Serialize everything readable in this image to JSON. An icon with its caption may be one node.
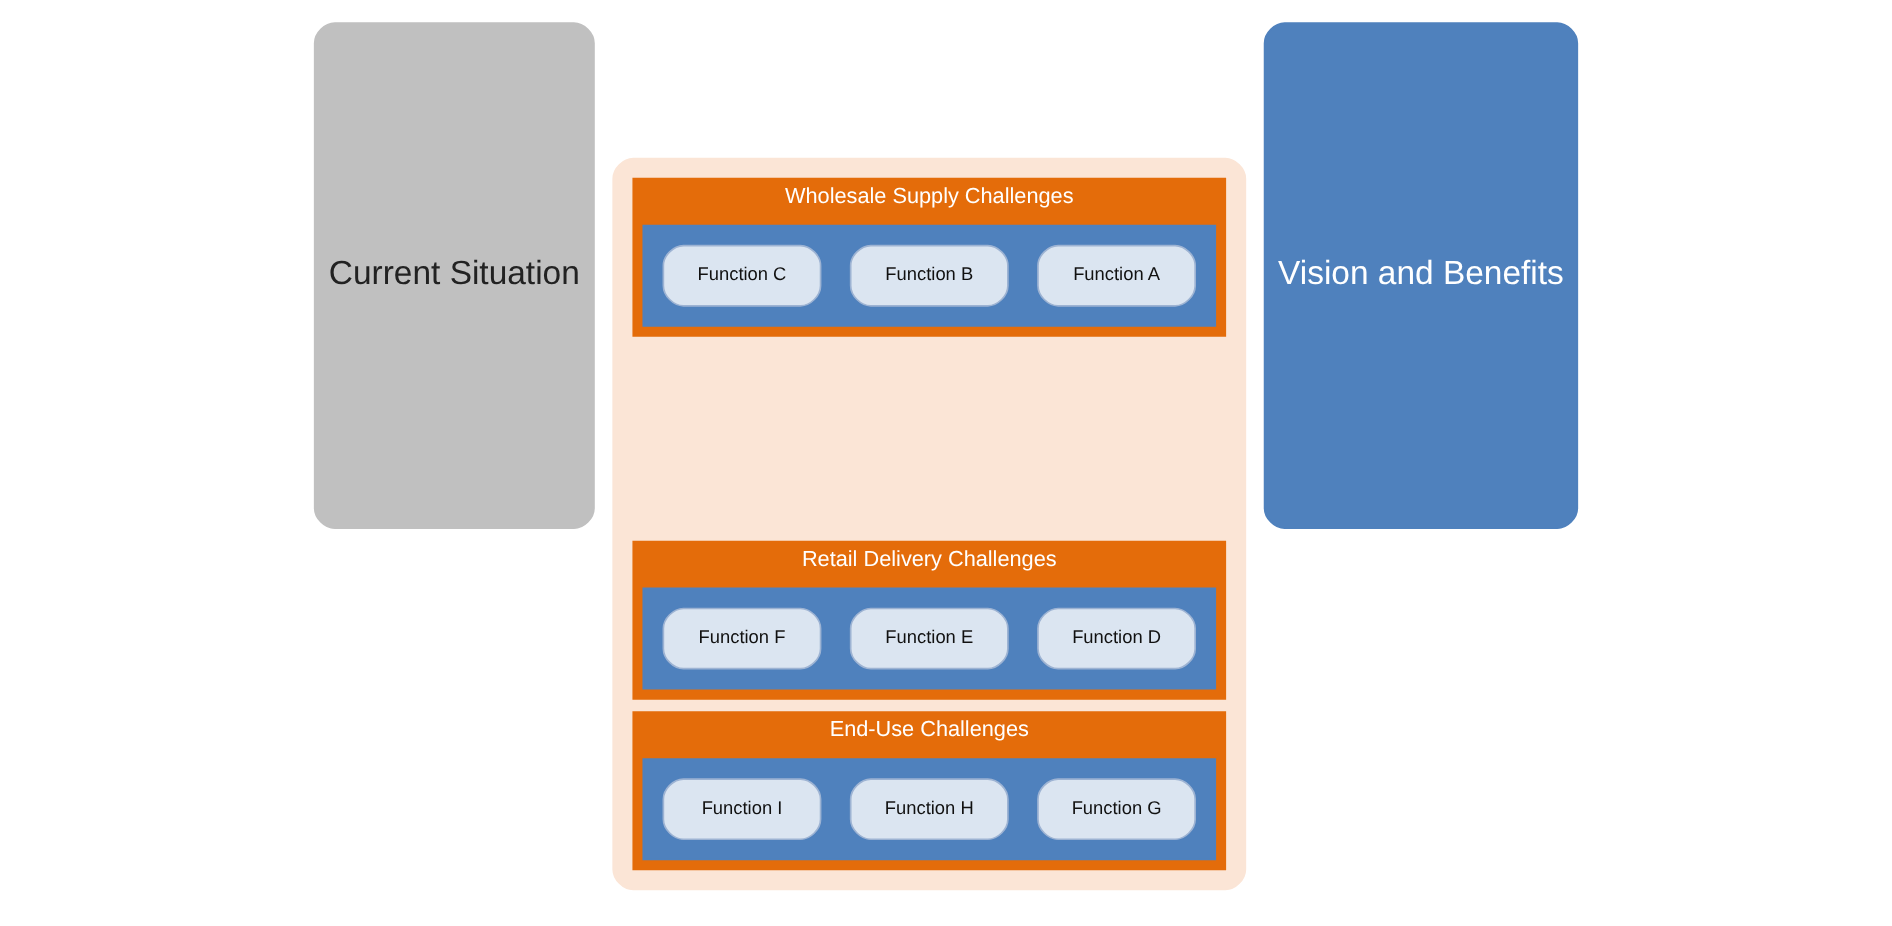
{
  "diagram": {
    "nodes": [
      {
        "text": [
          "Current Situation"
        ]
      },
      {
        "text": [],
        "shape": "box"
      },
      {
        "text": [
          "Wholesale Supply Challenges"
        ],
        "in": 1
      },
      {
        "text": [],
        "shape": "arrow",
        "in": 2
      },
      {
        "text": [
          "Function A"
        ],
        "in": 3
      },
      {
        "text": [
          "Function B"
        ],
        "in": 3
      },
      {
        "text": [
          "Function C"
        ],
        "in": 3
      },
      {
        "text": [
          "Retail Delivery Challenges"
        ],
        "in": 1
      },
      {
        "text": [],
        "shape": "arrow",
        "in": 7
      },
      {
        "text": [
          "Function D"
        ],
        "in": 8
      },
      {
        "text": [
          "Function E"
        ],
        "in": 8
      },
      {
        "text": [
          "Function F"
        ],
        "in": 8
      },
      {
        "text": [
          "End-Use Challenges"
        ],
        "in": 1
      },
      {
        "text": [],
        "shape": "arrow",
        "in": 12
      },
      {
        "text": [
          "Function G"
        ],
        "in": 13
      },
      {
        "text": [
          "Function H"
        ],
        "in": 13
      },
      {
        "text": [
          "Function I"
        ],
        "in": 13
      },
      {
        "text": [
          "Vision and Benefits"
        ]
      }
    ],
    "edges": []
  }
}
